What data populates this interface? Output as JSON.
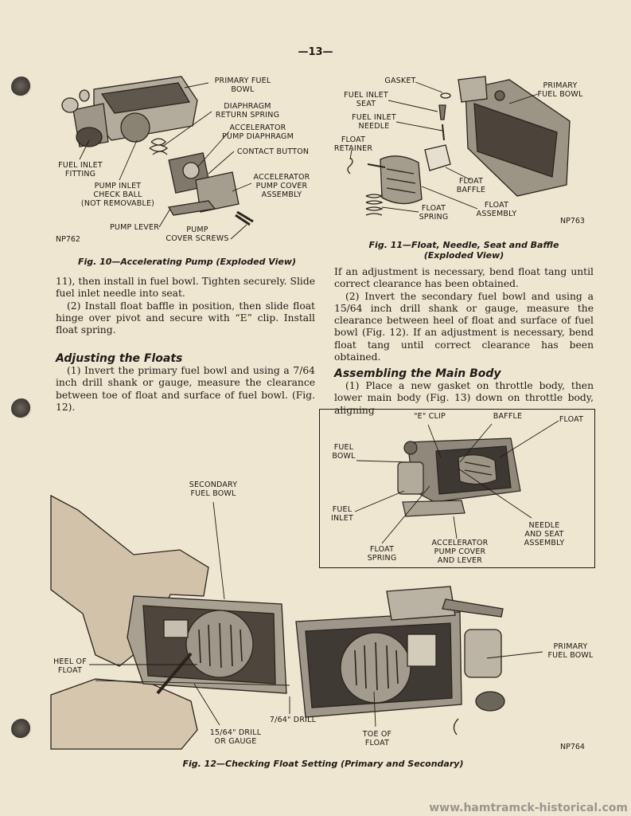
{
  "page_number": "—13—",
  "fig10": {
    "caption": "Fig. 10—Accelerating Pump (Exploded View)",
    "code": "NP762",
    "labels": {
      "primary_fuel_bowl": "PRIMARY FUEL\nBOWL",
      "diaphragm_return_spring": "DIAPHRAGM\nRETURN SPRING",
      "accelerator_pump_diaphragm": "ACCELERATOR\nPUMP DIAPHRAGM",
      "contact_button": "CONTACT BUTTON",
      "accelerator_pump_cover_assembly": "ACCELERATOR\nPUMP COVER\nASSEMBLY",
      "fuel_inlet_fitting": "FUEL INLET\nFITTING",
      "pump_inlet_check_ball": "PUMP INLET\nCHECK BALL\n(NOT REMOVABLE)",
      "pump_lever": "PUMP LEVER",
      "pump_cover_screws": "PUMP\nCOVER SCREWS"
    }
  },
  "fig11": {
    "caption": "Fig. 11—Float, Needle, Seat and Baffle\n(Exploded View)",
    "code": "NP763",
    "labels": {
      "gasket": "GASKET",
      "fuel_inlet_seat": "FUEL INLET\nSEAT",
      "fuel_inlet_needle": "FUEL INLET\nNEEDLE",
      "float_retainer": "FLOAT\nRETAINER",
      "primary_fuel_bowl": "PRIMARY\nFUEL BOWL",
      "float_baffle": "FLOAT\nBAFFLE",
      "float_assembly": "FLOAT\nASSEMBLY",
      "float_spring": "FLOAT\nSPRING"
    }
  },
  "fig13": {
    "labels": {
      "e_clip": "\"E\" CLIP",
      "baffle": "BAFFLE",
      "float": "FLOAT",
      "fuel_bowl": "FUEL\nBOWL",
      "fuel_inlet": "FUEL\nINLET",
      "needle_and_seat_assembly": "NEEDLE\nAND SEAT\nASSEMBLY",
      "float_spring": "FLOAT\nSPRING",
      "accelerator_pump_cover_and_lever": "ACCELERATOR\nPUMP COVER\nAND LEVER"
    }
  },
  "fig12": {
    "caption": "Fig. 12—Checking Float Setting (Primary and Secondary)",
    "code": "NP764",
    "labels": {
      "secondary_fuel_bowl": "SECONDARY\nFUEL BOWL",
      "primary_fuel_bowl": "PRIMARY\nFUEL BOWL",
      "heel_of_float": "HEEL OF\nFLOAT",
      "drill_15_64": "15/64\" DRILL\nOR GAUGE",
      "drill_7_64": "7/64\" DRILL",
      "toe_of_float": "TOE OF\nFLOAT"
    }
  },
  "left_column": {
    "para1": "11), then install in fuel bowl. Tighten securely. Slide fuel inlet needle into seat.",
    "para2": "(2) Install float baffle in position, then slide float hinge over pivot and secure with “E” clip. Install float spring.",
    "heading": "Adjusting the Floats",
    "para3": "(1) Invert the primary fuel bowl and using a 7/64 inch drill shank or gauge, measure the clearance between toe of float and surface of fuel bowl. (Fig. 12)."
  },
  "right_column": {
    "para1": "If an adjustment is necessary, bend float tang until correct clearance has been obtained.",
    "para2": "(2) Invert the secondary fuel bowl and using a 15/64 inch drill shank or gauge, measure the clearance between heel of float and surface of fuel bowl (Fig. 12). If an adjustment is necessary, bend float tang until correct clearance has been obtained.",
    "heading": "Assembling the Main Body",
    "para3": "(1) Place a new gasket on throttle body, then lower main body (Fig. 13) down on throttle body, aligning"
  },
  "footer": "www.hamtramck-historical.com"
}
